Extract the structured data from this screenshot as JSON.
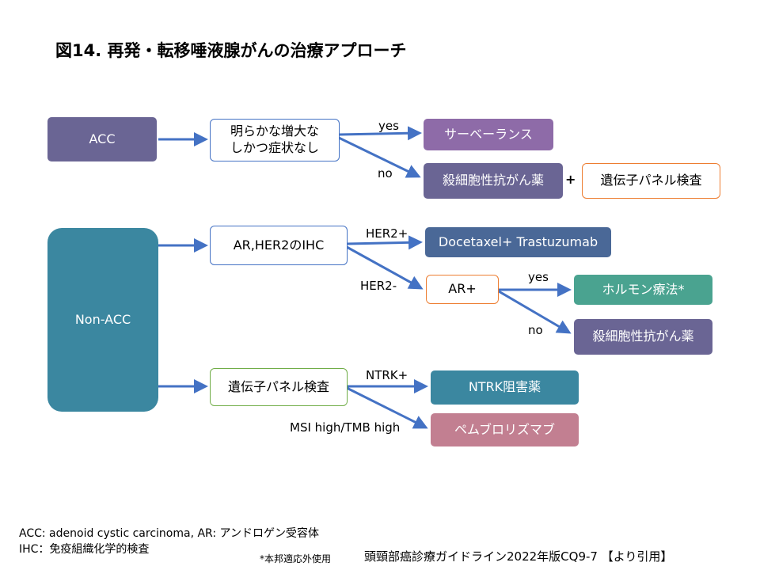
{
  "title": "図14. 再発・転移唾液腺がんの治療アプローチ",
  "colors": {
    "purple_dark": "#6A6594",
    "purple_light": "#8E6BA8",
    "teal_blue": "#3B87A0",
    "navy": "#4A6897",
    "green_teal": "#4AA390",
    "rose": "#C27F91",
    "arrow": "#4472C4",
    "orange_outline": "#ED7D31",
    "blue_outline": "#4472C4",
    "green_outline": "#70AD47"
  },
  "nodes": {
    "acc": "ACC",
    "non_acc": "Non-ACC",
    "q_asymptomatic": "明らかな増大な\nしかつ症状なし",
    "surveillance": "サーベーランス",
    "chemo_1": "殺細胞性抗がん薬",
    "plus": "+",
    "panel_1": "遺伝子パネル検査",
    "ar_her2_ihc": "AR,HER2のIHC",
    "docetaxel": "Docetaxel+ Trastuzumab",
    "ar_plus": "AR+",
    "hormone": "ホルモン療法*",
    "chemo_2": "殺細胞性抗がん薬",
    "panel_2": "遺伝子パネル検査",
    "ntrk_inhibitor": "NTRK阻害薬",
    "pembrolizumab": "ペムブロリズマブ"
  },
  "edge_labels": {
    "yes_1": "yes",
    "no_1": "no",
    "her2_pos": "HER2+",
    "her2_neg": "HER2-",
    "yes_2": "yes",
    "no_2": "no",
    "ntrk_pos": "NTRK+",
    "msi_high": "MSI high/TMB high"
  },
  "footnotes": {
    "abbrev_1": "ACC: adenoid cystic carcinoma, AR: アンドロゲン受容体",
    "abbrev_2": "IHC：免疫組織化学的検査",
    "off_label": "*本邦適応外使用",
    "source": "頭頸部癌診療ガイドライン2022年版CQ9-7 【より引用】"
  }
}
